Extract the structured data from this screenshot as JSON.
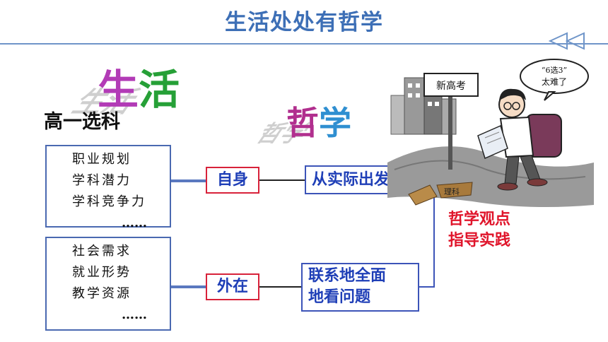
{
  "page": {
    "title": "生活处处有哲学"
  },
  "word_art": {
    "life": [
      "生",
      "活"
    ],
    "philosophy": [
      "哲",
      "学"
    ]
  },
  "heading": "高一选科",
  "box_career": {
    "items": [
      "职业规划",
      "学科潜力",
      "学科竞争力"
    ],
    "ellipsis": "……"
  },
  "box_society": {
    "items": [
      "社会需求",
      "就业形势",
      "教学资源"
    ],
    "ellipsis": "……"
  },
  "factor_self": "自身",
  "factor_external": "外在",
  "principle_actual": "从实际出发",
  "principle_connect": [
    "联系地全面",
    "地看问题"
  ],
  "note": [
    "哲学观点",
    "指导实践"
  ],
  "illustration": {
    "sign": "新高考",
    "speech": [
      "“6选3”",
      "太难了"
    ],
    "ground_label": "理科"
  },
  "colors": {
    "title": "#3d6fb6",
    "box_border": "#4a69b1",
    "factor_border": "#d8223a",
    "text_blue": "#1f3fb7",
    "note_red": "#e0152b"
  },
  "icons": {
    "nav": "double-chevron-left-icon"
  }
}
